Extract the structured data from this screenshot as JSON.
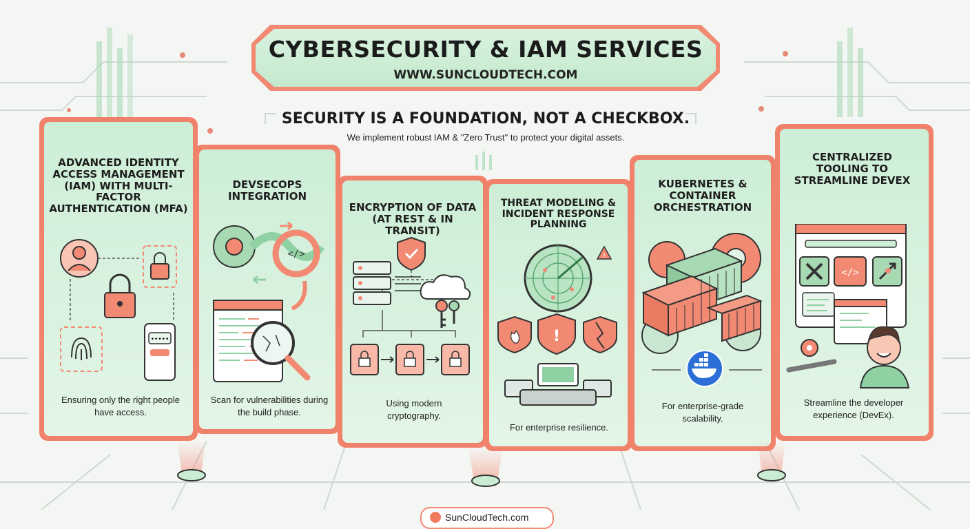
{
  "header": {
    "title": "CYBERSECURITY & IAM SERVICES",
    "url": "WWW.SUNCLOUDTECH.COM"
  },
  "tagline": {
    "main": "SECURITY IS A FOUNDATION, NOT A CHECKBOX.",
    "sub": "We implement robust IAM & \"Zero Trust\" to protect your digital assets."
  },
  "panels": [
    {
      "title": "ADVANCED IDENTITY ACCESS MANAGEMENT (IAM) WITH MULTI-FACTOR AUTHENTICATION (MFA)",
      "desc": "Ensuring only the right people have access."
    },
    {
      "title": "DEVSECOPS INTEGRATION",
      "desc": "Scan for vulnerabilities during the build phase."
    },
    {
      "title": "ENCRYPTION OF DATA (AT REST & IN TRANSIT)",
      "desc": "Using modern cryptography."
    },
    {
      "title": "THREAT MODELING & INCIDENT RESPONSE PLANNING",
      "desc": "For enterprise resilience."
    },
    {
      "title": "KUBERNETES & CONTAINER ORCHESTRATION",
      "desc": "For enterprise-grade scalability."
    },
    {
      "title": "CENTRALIZED TOOLING TO STREAMLINE DEVEX",
      "desc": "Streamline the developer experience (DevEx)."
    }
  ],
  "footer": {
    "brand": "SunCloudTech.com"
  },
  "colors": {
    "accent": "#f0826b",
    "panel_face": "#d6f1dc",
    "icon_green": "#8fd1a3",
    "text": "#1e1e1e"
  },
  "icons": [
    "user-avatar-icon",
    "padlock-icon",
    "fingerprint-icon",
    "smartphone-otp-icon",
    "gear-icon",
    "code-icon",
    "magnifier-icon",
    "shield-check-icon",
    "server-icon",
    "cloud-icon",
    "key-icon",
    "file-lock-icon",
    "radar-icon",
    "warning-icon",
    "shield-fire-icon",
    "shield-alert-icon",
    "shield-crack-icon",
    "control-desk-icon",
    "container-icon",
    "docker-icon",
    "wrench-screwdriver-icon",
    "rocket-icon",
    "developer-avatar-icon"
  ]
}
